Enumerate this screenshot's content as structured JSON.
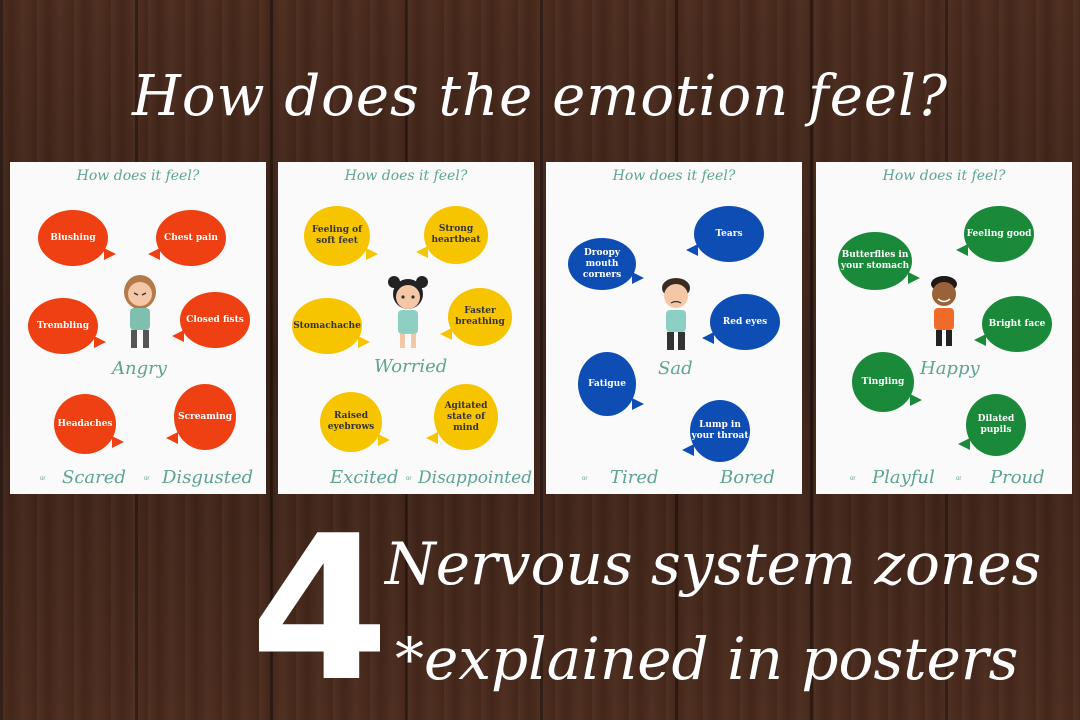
{
  "headline": "How does the emotion feel?",
  "footer": {
    "number": "4",
    "line1": "Nervous system zones",
    "line2": "*explained in posters"
  },
  "posters": [
    {
      "header": "How does it feel?",
      "color": "#ee4012",
      "emotion": "Angry",
      "bubbles": [
        "Blushing",
        "Chest pain",
        "Trembling",
        "Closed fists",
        "Headaches",
        "Screaming"
      ],
      "or1": "or",
      "alt1": "Scared",
      "or2": "or",
      "alt2": "Disgusted"
    },
    {
      "header": "How does it feel?",
      "color": "#f7c400",
      "emotion": "Worried",
      "bubbles": [
        "Feeling of soft feet",
        "Strong heartbeat",
        "Stomachache",
        "Faster breathing",
        "Raised eyebrows",
        "Agitated state of mind"
      ],
      "or1": "",
      "alt1": "Excited",
      "or2": "or",
      "alt2": "Disappointed"
    },
    {
      "header": "How does it feel?",
      "color": "#0e4db4",
      "emotion": "Sad",
      "bubbles": [
        "Droopy mouth corners",
        "Tears",
        "Red eyes",
        "Fatigue",
        "Lump in your throat"
      ],
      "or1": "or",
      "alt1": "Tired",
      "or2": "",
      "alt2": "Bored"
    },
    {
      "header": "How does it feel?",
      "color": "#1a8a3a",
      "emotion": "Happy",
      "bubbles": [
        "Butterflies in your stomach",
        "Feeling good",
        "Bright face",
        "Tingling",
        "Dilated pupils"
      ],
      "or1": "or",
      "alt1": "Playful",
      "or2": "or",
      "alt2": "Proud"
    }
  ]
}
